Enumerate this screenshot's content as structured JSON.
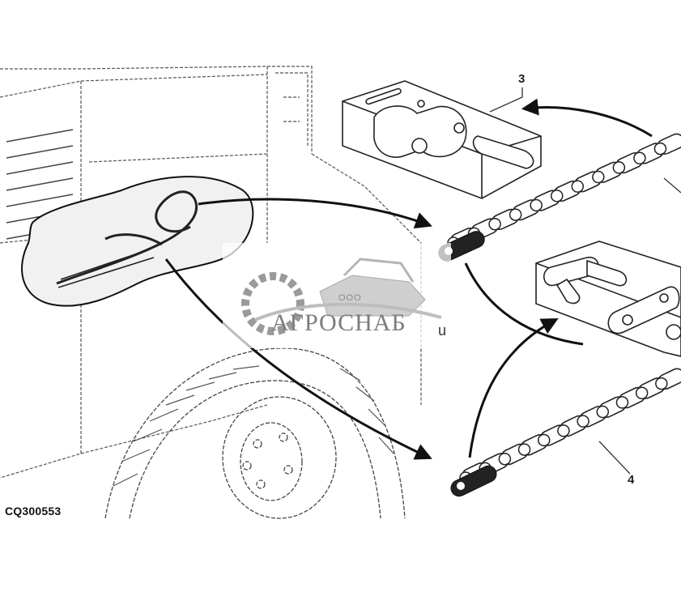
{
  "figure_code": "CQ300553",
  "callouts": {
    "c3": "3",
    "c4": "4"
  },
  "watermark": {
    "prefix": "ООО",
    "brand": "АГРОСНАБ",
    "tail": "u"
  },
  "colors": {
    "ink": "#1a1a1a",
    "watermark": "#8a8a8a",
    "background": "#ffffff"
  }
}
